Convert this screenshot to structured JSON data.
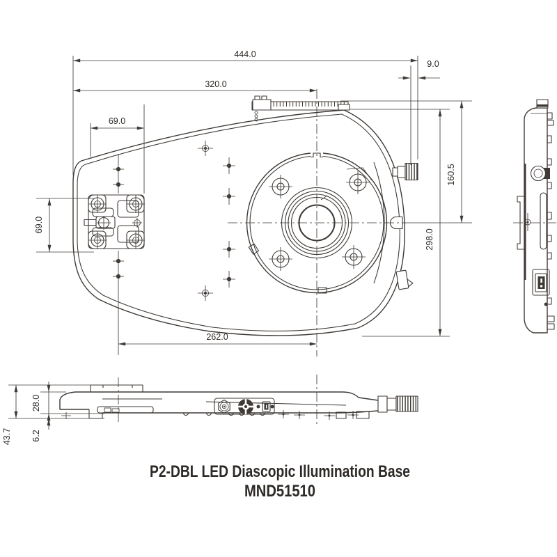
{
  "drawing": {
    "title_line1": "P2-DBL LED Diascopic Illumination Base",
    "title_line2": "MND51510",
    "dims": {
      "overall_width": "444.0",
      "left_to_stage_center": "320.0",
      "knob_protrusion": "9.0",
      "plate_width": "69.0",
      "plate_height": "69.0",
      "top_to_stage_center": "160.5",
      "overall_depth": "298.0",
      "plate_to_stage_center": "262.0",
      "overall_height": "43.7",
      "base_height": "28.0",
      "foot_height": "6.2"
    },
    "colors": {
      "line": "#3f3a36",
      "text": "#2d2926",
      "bg": "#ffffff"
    }
  }
}
